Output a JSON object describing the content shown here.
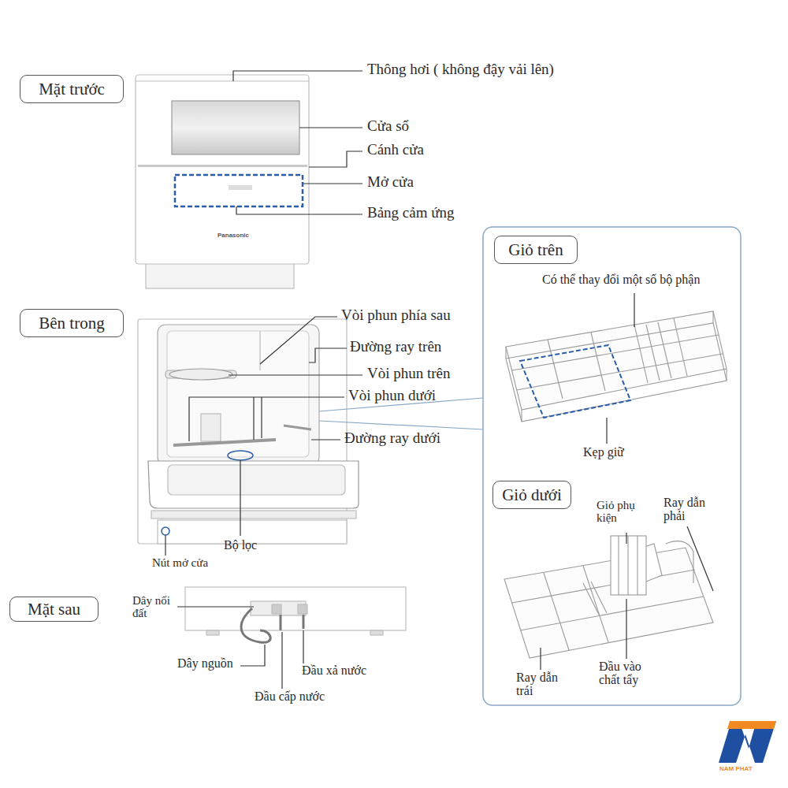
{
  "diagram": {
    "nodes": [
      {
        "text": [
          "Mặt trước"
        ]
      },
      {
        "text": [
          "Bên trong"
        ]
      },
      {
        "text": [
          "Mặt sau"
        ]
      },
      {
        "text": [
          "Giỏ trên"
        ]
      },
      {
        "text": [
          "Giỏ dưới"
        ]
      }
    ],
    "edges": [],
    "labels": [
      "Thông hơi ( không đậy vải lên)",
      "Cửa sổ",
      "Cánh cửa",
      "Mở cửa",
      "Bảng cảm ứng",
      "Panasonic",
      "Vòi phun phía sau",
      "Đường ray trên",
      "Vòi phun trên",
      "Vòi phun dưới",
      "Đường ray dưới",
      "Bộ lọc",
      "Nút mở cửa",
      "Có thể thay đổi một số bộ phận",
      "Kẹp giữ",
      "Giỏ phụ kiện",
      "Ray dẫn phải",
      "Ray dẫn trái",
      "Đầu vào chất tẩy",
      "Dây nối đất",
      "Dây nguồn",
      "Đầu xả nước",
      "Đầu cấp nước",
      "NAM PHAT"
    ]
  }
}
